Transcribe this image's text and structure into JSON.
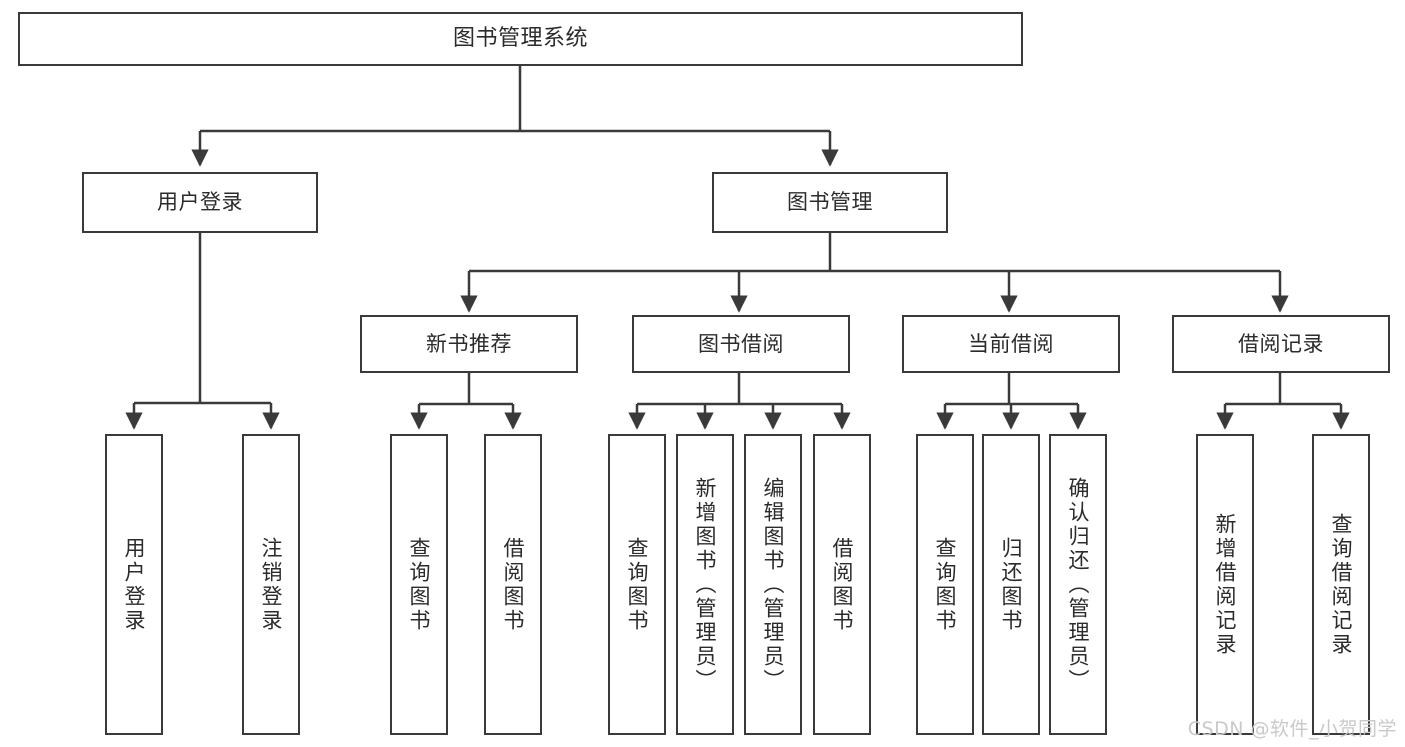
{
  "diagram": {
    "title": "图书管理系统",
    "type": "tree-hierarchy",
    "watermark": "CSDN @软件_小贺同学",
    "colors": {
      "stroke": "#3a3a3a",
      "fill": "#ffffff",
      "text": "#2b2b2b",
      "watermark": "#c9c9c9"
    },
    "nodes": {
      "root": {
        "label": "图书管理系统"
      },
      "level2": [
        {
          "id": "user-login",
          "label": "用户登录"
        },
        {
          "id": "book-management",
          "label": "图书管理"
        }
      ],
      "level3": [
        {
          "id": "new-book-recommend",
          "label": "新书推荐"
        },
        {
          "id": "book-borrow",
          "label": "图书借阅"
        },
        {
          "id": "current-borrow",
          "label": "当前借阅"
        },
        {
          "id": "borrow-record",
          "label": "借阅记录"
        }
      ],
      "leaves": {
        "user_login": [
          {
            "id": "leaf-user-login",
            "label": "用户登录"
          },
          {
            "id": "leaf-user-logout",
            "label": "注销登录"
          }
        ],
        "new_book_recommend": [
          {
            "id": "leaf-query-book-1",
            "label": "查询图书"
          },
          {
            "id": "leaf-borrow-book-1",
            "label": "借阅图书"
          }
        ],
        "book_borrow": [
          {
            "id": "leaf-query-book-2",
            "label": "查询图书"
          },
          {
            "id": "leaf-add-book",
            "label": "新增图书（管理员）"
          },
          {
            "id": "leaf-edit-book",
            "label": "编辑图书（管理员）"
          },
          {
            "id": "leaf-borrow-book-2",
            "label": "借阅图书"
          }
        ],
        "current_borrow": [
          {
            "id": "leaf-query-book-3",
            "label": "查询图书"
          },
          {
            "id": "leaf-return-book",
            "label": "归还图书"
          },
          {
            "id": "leaf-confirm-return",
            "label": "确认归还（管理员）"
          }
        ],
        "borrow_record": [
          {
            "id": "leaf-add-record",
            "label": "新增借阅记录"
          },
          {
            "id": "leaf-query-record",
            "label": "查询借阅记录"
          }
        ]
      }
    }
  }
}
